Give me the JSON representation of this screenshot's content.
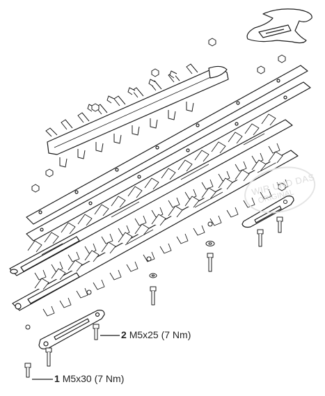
{
  "callouts": [
    {
      "number": "2",
      "text": "M5x25 (7 Nm)"
    },
    {
      "number": "1",
      "text": "M5x30 (7 Nm)"
    }
  ],
  "watermark": {
    "line1": "WIR UND DAS",
    "line2": "ORIGINAL"
  }
}
